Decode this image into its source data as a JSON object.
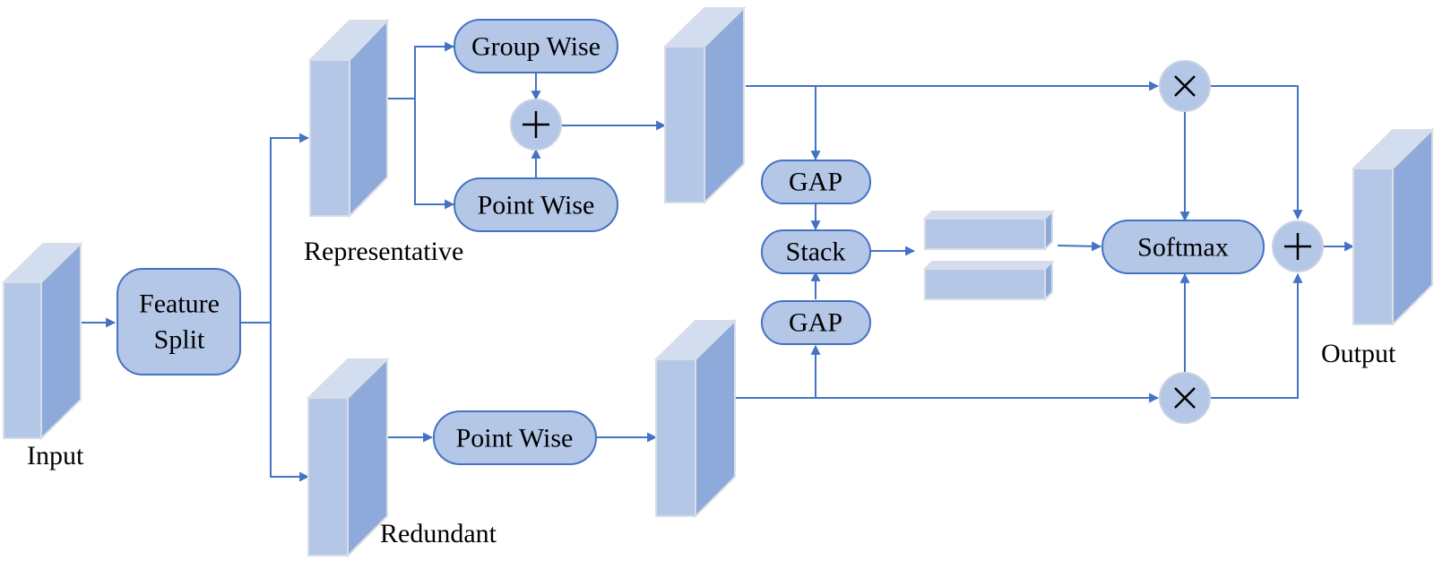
{
  "diagram": {
    "labels": {
      "input": "Input",
      "representative": "Representative",
      "redundant": "Redundant",
      "output": "Output"
    },
    "nodes": {
      "feature_split_line1": "Feature",
      "feature_split_line2": "Split",
      "group_wise": "Group Wise",
      "point_wise_top": "Point Wise",
      "point_wise_bottom": "Point Wise",
      "gap_top": "GAP",
      "stack": "Stack",
      "gap_bottom": "GAP",
      "softmax": "Softmax"
    },
    "operators": {
      "add_top": "plus",
      "multiply_top": "times",
      "multiply_bottom": "times",
      "add_final": "plus"
    },
    "colors": {
      "block_front": "#b4c7e7",
      "block_top": "#d2ddef",
      "block_side": "#8eaadb",
      "edge": "#4472c4"
    }
  }
}
